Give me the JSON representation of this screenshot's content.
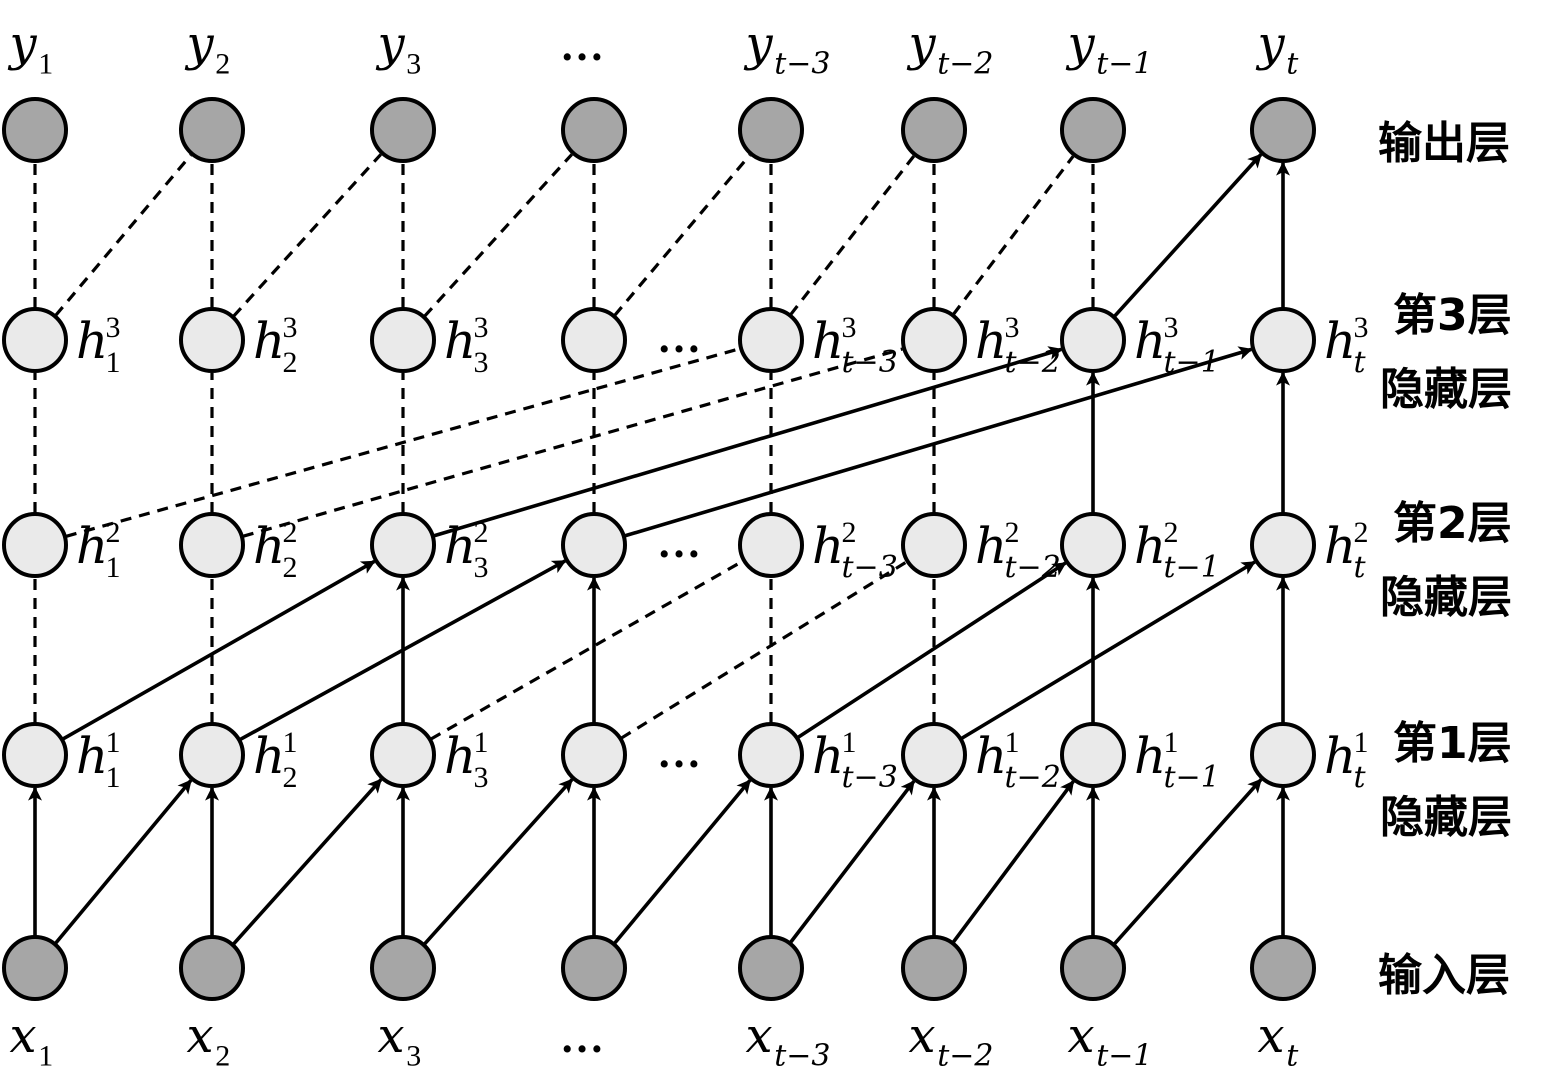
{
  "columns": [
    {
      "output": {
        "base": "y",
        "sub": "1"
      },
      "input": {
        "base": "x",
        "sub": "1"
      },
      "hidden": [
        {
          "base": "h",
          "sup": "1",
          "sub": "1"
        },
        {
          "base": "h",
          "sup": "2",
          "sub": "1"
        },
        {
          "base": "h",
          "sup": "3",
          "sub": "1"
        }
      ]
    },
    {
      "output": {
        "base": "y",
        "sub": "2"
      },
      "input": {
        "base": "x",
        "sub": "2"
      },
      "hidden": [
        {
          "base": "h",
          "sup": "1",
          "sub": "2"
        },
        {
          "base": "h",
          "sup": "2",
          "sub": "2"
        },
        {
          "base": "h",
          "sup": "3",
          "sub": "2"
        }
      ]
    },
    {
      "output": {
        "base": "y",
        "sub": "3"
      },
      "input": {
        "base": "x",
        "sub": "3"
      },
      "hidden": [
        {
          "base": "h",
          "sup": "1",
          "sub": "3"
        },
        {
          "base": "h",
          "sup": "2",
          "sub": "3"
        },
        {
          "base": "h",
          "sup": "3",
          "sub": "3"
        }
      ]
    },
    {
      "output": {
        "ellipsis": "…"
      },
      "input": {
        "ellipsis": "…"
      },
      "hidden": [
        {
          "ellipsis": "…"
        },
        {
          "ellipsis": "…"
        },
        {
          "ellipsis": "…"
        }
      ]
    },
    {
      "output": {
        "base": "y",
        "sub": "t−3"
      },
      "input": {
        "base": "x",
        "sub": "t−3"
      },
      "hidden": [
        {
          "base": "h",
          "sup": "1",
          "sub": "t−3"
        },
        {
          "base": "h",
          "sup": "2",
          "sub": "t−3"
        },
        {
          "base": "h",
          "sup": "3",
          "sub": "t−3"
        }
      ]
    },
    {
      "output": {
        "base": "y",
        "sub": "t−2"
      },
      "input": {
        "base": "x",
        "sub": "t−2"
      },
      "hidden": [
        {
          "base": "h",
          "sup": "1",
          "sub": "t−2"
        },
        {
          "base": "h",
          "sup": "2",
          "sub": "t−2"
        },
        {
          "base": "h",
          "sup": "3",
          "sub": "t−2"
        }
      ]
    },
    {
      "output": {
        "base": "y",
        "sub": "t−1"
      },
      "input": {
        "base": "x",
        "sub": "t−1"
      },
      "hidden": [
        {
          "base": "h",
          "sup": "1",
          "sub": "t−1"
        },
        {
          "base": "h",
          "sup": "2",
          "sub": "t−1"
        },
        {
          "base": "h",
          "sup": "3",
          "sub": "t−1"
        }
      ]
    },
    {
      "output": {
        "base": "y",
        "sub": "t"
      },
      "input": {
        "base": "x",
        "sub": "t"
      },
      "hidden": [
        {
          "base": "h",
          "sup": "1",
          "sub": "t"
        },
        {
          "base": "h",
          "sup": "2",
          "sub": "t"
        },
        {
          "base": "h",
          "sup": "3",
          "sub": "t"
        }
      ]
    }
  ],
  "layers": {
    "output": "输出层",
    "input": "输入层",
    "hidden": [
      {
        "line1": "第1层",
        "line2": "隐藏层"
      },
      {
        "line1": "第2层",
        "line2": "隐藏层"
      },
      {
        "line1": "第3层",
        "line2": "隐藏层"
      }
    ]
  },
  "colors": {
    "io_node_fill": "#a6a6a6",
    "hidden_node_fill": "#eaeaea",
    "stroke": "#000000"
  }
}
